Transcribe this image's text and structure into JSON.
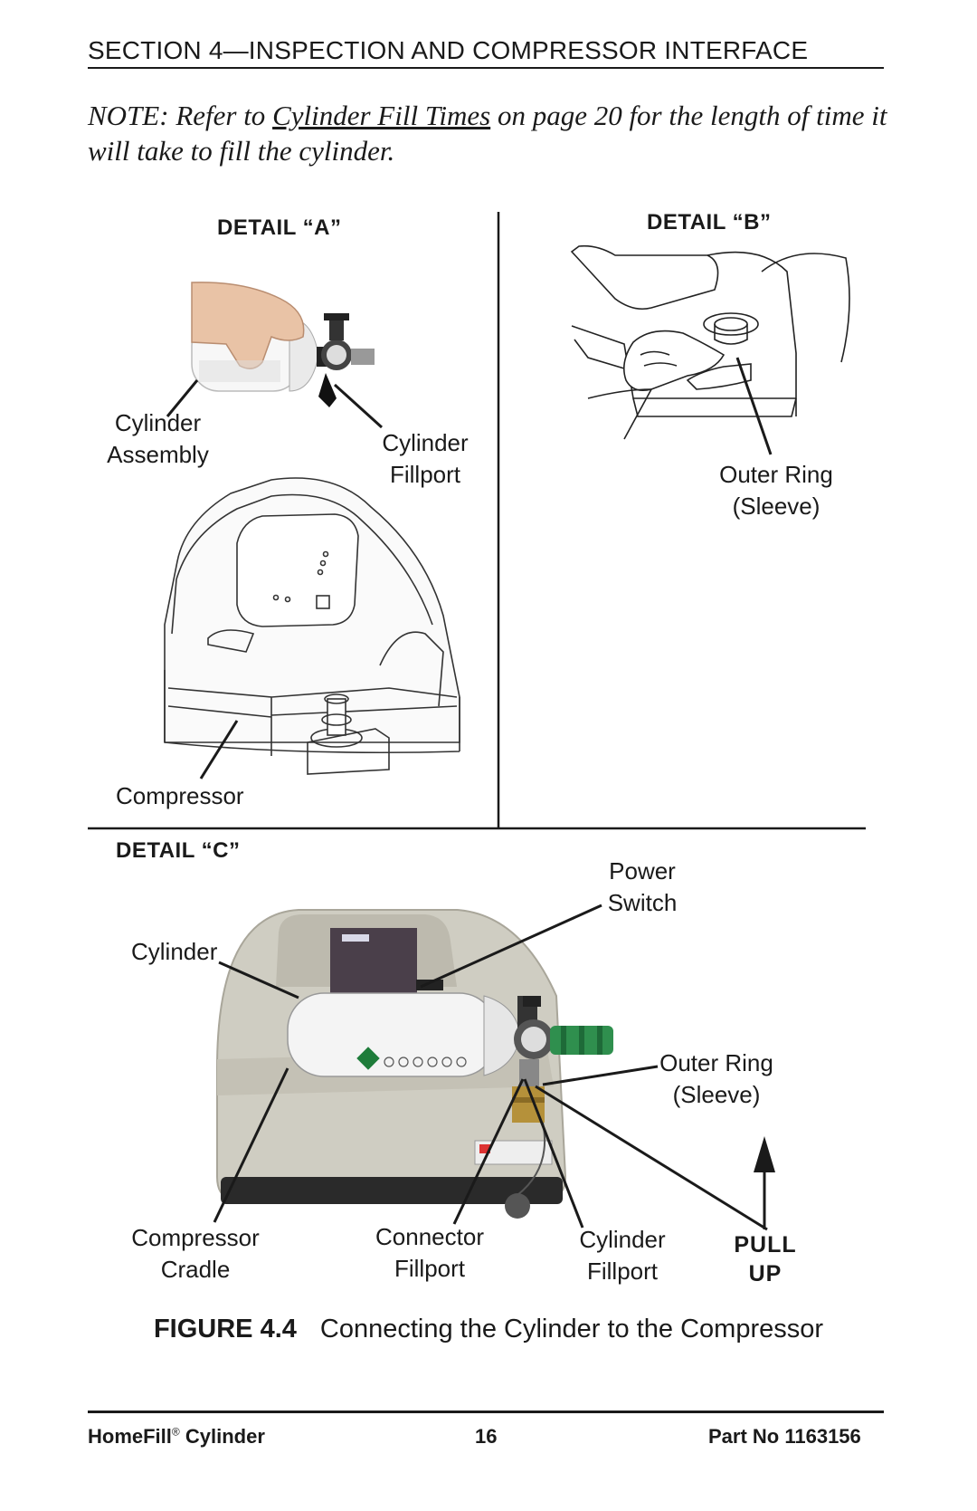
{
  "header": {
    "section_title": "SECTION 4—INSPECTION AND COMPRESSOR INTERFACE"
  },
  "note": {
    "prefix": "NOTE: Refer to ",
    "reference": "Cylinder Fill Times",
    "suffix": " on page 20 for the length of time it will take to fill the cylinder."
  },
  "detail_a": {
    "heading": "DETAIL “A”",
    "cylinder_assembly": [
      "Cylinder",
      "Assembly"
    ],
    "cylinder_fillport": [
      "Cylinder",
      "Fillport"
    ],
    "compressor": "Compressor"
  },
  "detail_b": {
    "heading": "DETAIL “B”",
    "outer_ring": [
      "Outer Ring",
      "(Sleeve)"
    ]
  },
  "detail_c": {
    "heading": "DETAIL “C”",
    "power_switch": [
      "Power",
      "Switch"
    ],
    "cylinder": "Cylinder",
    "outer_ring": [
      "Outer Ring",
      "(Sleeve)"
    ],
    "compressor_cradle": [
      "Compressor",
      "Cradle"
    ],
    "connector_fillport": [
      "Connector",
      "Fillport"
    ],
    "cylinder_fillport": [
      "Cylinder",
      "Fillport"
    ],
    "pull_up": [
      "PULL",
      "UP"
    ]
  },
  "figure": {
    "number": "FIGURE 4.4",
    "title": "Connecting the Cylinder to the Compressor"
  },
  "footer": {
    "product": "HomeFill",
    "product_mark": "®",
    "product_suffix": " Cylinder",
    "page_number": "16",
    "part_number": "Part No 1163156"
  },
  "colors": {
    "text": "#1a1a1a",
    "compressor_body": "#cfcdc2",
    "cylinder_body": "#f4f4f4",
    "regulator_green": "#2f8f4e"
  }
}
